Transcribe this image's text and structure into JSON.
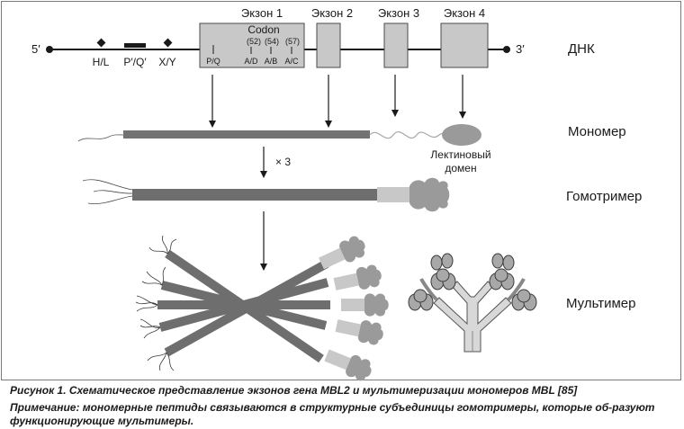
{
  "dna": {
    "five_prime": "5′",
    "three_prime": "3′",
    "label": "ДНК",
    "promoter_labels": [
      "H/L",
      "P′/Q′",
      "X/Y"
    ],
    "exons": [
      "Экзон 1",
      "Экзон 2",
      "Экзон 3",
      "Экзон 4"
    ],
    "codon_title": "Codon",
    "codon_numbers": [
      "(52)",
      "(54)",
      "(57)"
    ],
    "exon1_alleles": [
      "P/Q",
      "A/D",
      "A/B",
      "A/C"
    ]
  },
  "monomer": {
    "label": "Мономер",
    "lectin_line1": "Лектиновый",
    "lectin_line2": "домен"
  },
  "multiplier": "× 3",
  "homotrimer": {
    "label": "Гомотример"
  },
  "multimer": {
    "label": "Мультимер"
  },
  "caption": {
    "title": "Рисунок 1. Схематическое представление экзонов гена MBL2 и мультимеризации мономеров MBL [85]",
    "note": "Примечание: мономерные пептиды связываются в структурные субъединицы гомотримеры, которые об-разуют функционирующие мультимеры."
  }
}
